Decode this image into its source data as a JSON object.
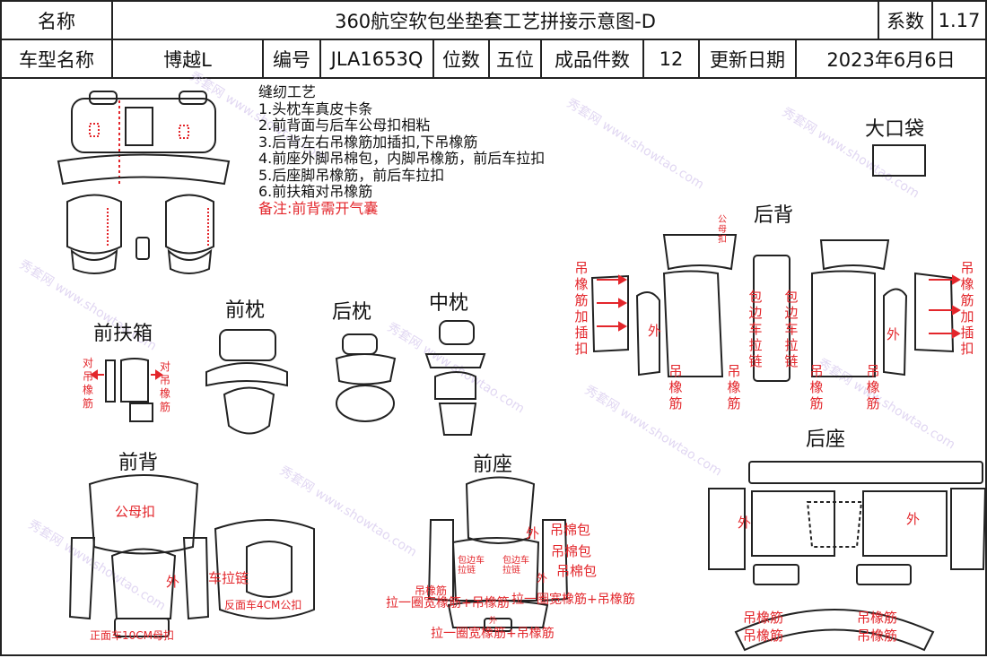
{
  "header": {
    "name_label": "名称",
    "title": "360航空软包坐垫套工艺拼接示意图-D",
    "coef_label": "系数",
    "coef_value": "1.17",
    "model_label": "车型名称",
    "model_value": "博越L",
    "code_label": "编号",
    "code_value": "JLA1653Q",
    "seats_label": "位数",
    "seats_value": "五位",
    "pieces_label": "成品件数",
    "pieces_value": "12",
    "update_label": "更新日期",
    "update_value": "2023年6月6日"
  },
  "notes": {
    "title": "缝纫工艺",
    "items": [
      "1.头枕车真皮卡条",
      "2.前背面与后车公母扣相粘",
      "3.后背左右吊橡筋加插扣,下吊橡筋",
      "4.前座外脚吊棉包，内脚吊橡筋，前后车拉扣",
      "5.后座脚吊橡筋，前后车拉扣",
      "6.前扶箱对吊橡筋"
    ],
    "remark": "备注:前背需开气囊"
  },
  "sections": {
    "big_bag": "大口袋",
    "rear_back": "后背",
    "front_armrest": "前扶箱",
    "front_headrest": "前枕",
    "rear_headrest": "后枕",
    "mid_headrest": "中枕",
    "front_back": "前背",
    "front_seat": "前座",
    "rear_seat": "后座"
  },
  "annotations": {
    "rear_back_left_side": "吊橡筋加插扣",
    "rear_back_right_side": "吊橡筋加插扣",
    "outer": "外",
    "hang_elastic": "吊橡筋",
    "zipper_edge_1": "包边车拉链",
    "zipper_edge_2": "包边车拉链",
    "male_female_small": "公母扣",
    "armrest_pair": "对吊橡筋",
    "male_female": "公母扣",
    "zipper": "车拉链",
    "reverse_4cm": "反面车4CM公扣",
    "front_10cm": "正面车10CM母扣",
    "cotton_bag": "吊棉包",
    "wrap_zipper": "包边车拉链",
    "loop_wide": "拉一圈宽橡筋+吊橡筋",
    "loop_wide_2": "拉一圈宽橡筋+吊橡筋",
    "loop_wide_3": "拉一圈宽橡筋+吊橡筋",
    "rear_seat_elastic": "吊橡筋"
  },
  "watermark": "秀套网 www.showtao.com",
  "colors": {
    "accent": "#e3262b",
    "line": "#222222",
    "watermark": "#c9b7e8"
  }
}
